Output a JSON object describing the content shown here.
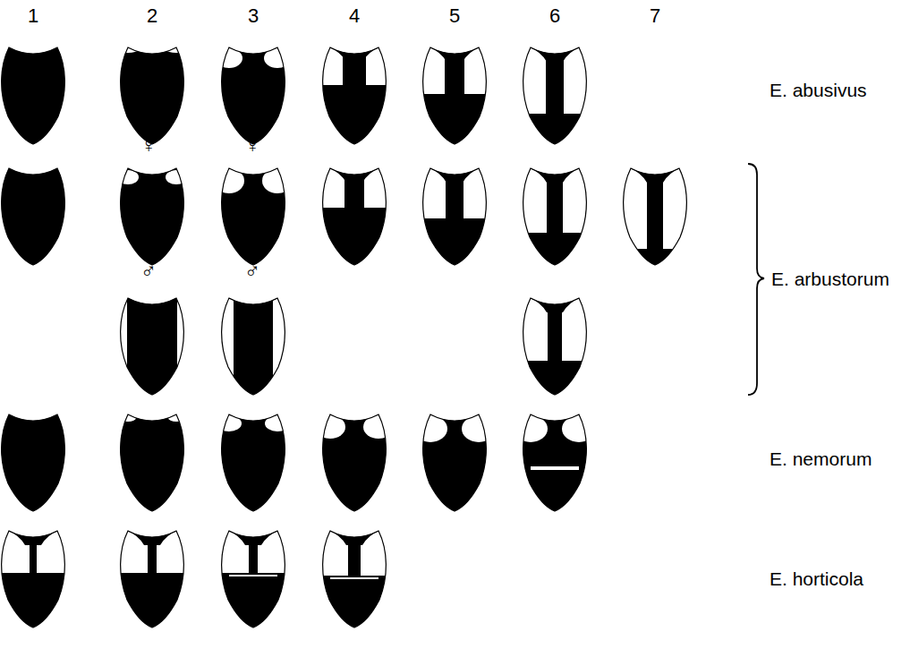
{
  "diagram": {
    "labels": [
      "1",
      "2",
      "3",
      "4",
      "5",
      "6",
      "7",
      "E. abusivus",
      "♀",
      "♀",
      "E. arbustorum",
      "♂",
      "♂",
      "E. nemorum",
      "E. horticola"
    ]
  }
}
